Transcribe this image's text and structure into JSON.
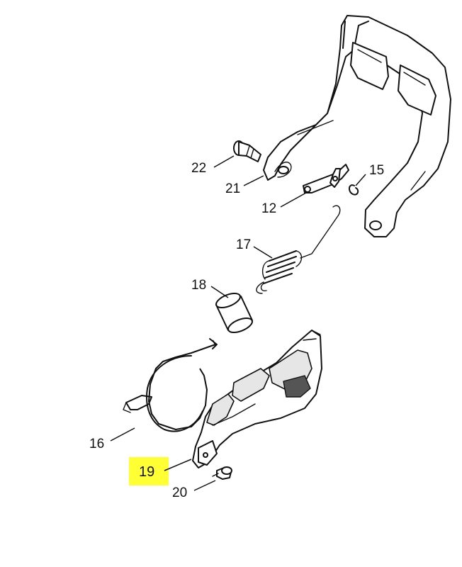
{
  "diagram": {
    "highlight_color": "#ffff33",
    "highlighted_part": "19",
    "labels": {
      "p22": "22",
      "p21": "21",
      "p15": "15",
      "p12": "12",
      "p17": "17",
      "p18": "18",
      "p16": "16",
      "p19": "19",
      "p20": "20"
    }
  }
}
